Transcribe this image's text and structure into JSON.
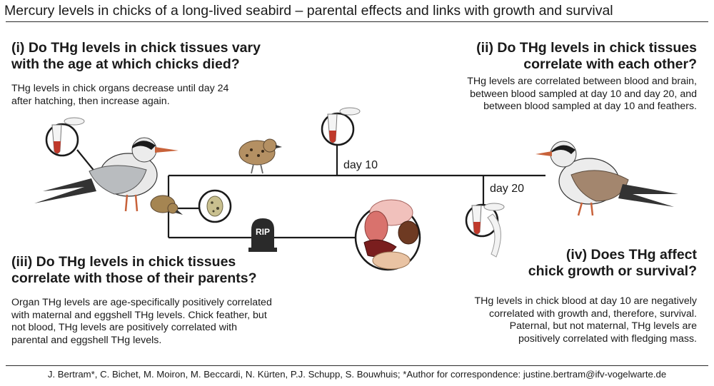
{
  "title": "Mercury levels in chicks of a long-lived seabird – parental effects and links with growth and survival",
  "sections": {
    "q1": {
      "question_line1": "(i) Do THg levels in chick tissues vary",
      "question_line2": "with the age at which chicks died?",
      "text_line1": "THg levels in chick organs decrease until day 24",
      "text_line2": "after hatching, then increase again."
    },
    "q2": {
      "question_line1": "(ii) Do THg levels in chick tissues",
      "question_line2": "correlate with each other?",
      "text_line1": "THg levels are correlated between blood and brain,",
      "text_line2": "between blood sampled at day 10 and day 20, and",
      "text_line3": "between blood sampled at day 10 and feathers."
    },
    "q3": {
      "question_line1": "(iii) Do THg levels in chick tissues",
      "question_line2": "correlate with those of their parents?",
      "text_line1": "Organ THg levels are age-specifically positively correlated",
      "text_line2": "with maternal and eggshell THg levels. Chick feather, but",
      "text_line3": "not blood, THg levels are positively correlated with",
      "text_line4": "parental and eggshell THg levels."
    },
    "q4": {
      "question_line1": "(iv) Does THg affect",
      "question_line2": "chick growth or survival?",
      "text_line1": "THg levels in chick blood at day 10 are negatively",
      "text_line2": "correlated with growth and, therefore, survival.",
      "text_line3": "Paternal, but not maternal, THg levels are",
      "text_line4": "positively correlated with fledging mass."
    }
  },
  "timeline": {
    "day10_label": "day 10",
    "day20_label": "day 20",
    "rip_label": "RIP"
  },
  "credits": "J. Bertram*, C. Bichet, M. Moiron, M. Beccardi, N. Kürten, P.J. Schupp, S. Bouwhuis; *Author for correspondence: justine.bertram@ifv-vogelwarte.de",
  "colors": {
    "line": "#1a1a1a",
    "blood": "#c0392b",
    "tern_grey": "#b9bcbf",
    "tern_brown": "#a3866e",
    "beak": "#c8623a"
  }
}
